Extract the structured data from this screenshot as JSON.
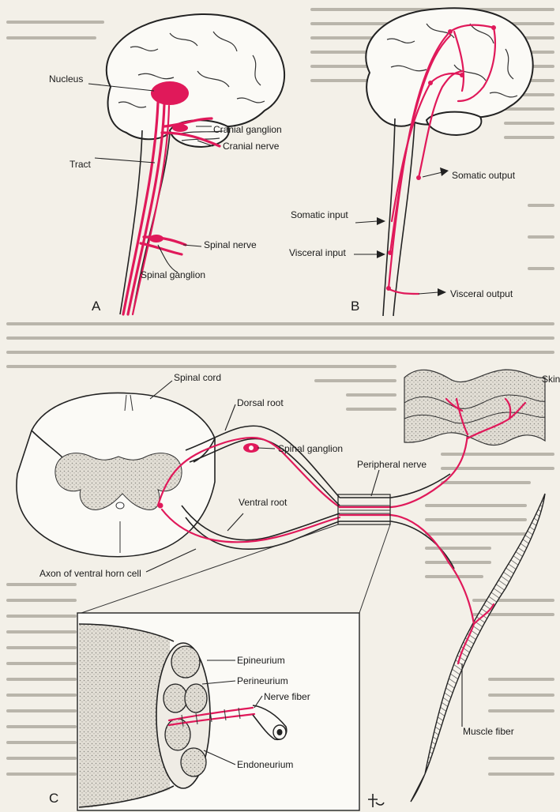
{
  "panels": {
    "a": {
      "letter": "A",
      "labels": {
        "nucleus": "Nucleus",
        "cranial_ganglion": "Cranial ganglion",
        "cranial_nerve": "Cranial nerve",
        "tract": "Tract",
        "spinal_nerve": "Spinal nerve",
        "spinal_ganglion": "Spinal ganglion"
      }
    },
    "b": {
      "letter": "B",
      "labels": {
        "somatic_output": "Somatic output",
        "somatic_input": "Somatic input",
        "visceral_input": "Visceral input",
        "visceral_output": "Visceral output"
      }
    },
    "c": {
      "letter": "C",
      "labels": {
        "spinal_cord": "Spinal cord",
        "dorsal_root": "Dorsal root",
        "spinal_ganglion": "Spinal ganglion",
        "skin": "Skin",
        "peripheral_nerve": "Peripheral nerve",
        "ventral_root": "Ventral root",
        "axon_ventral_horn": "Axon of ventral horn cell",
        "epineurium": "Epineurium",
        "perineurium": "Perineurium",
        "nerve_fiber": "Nerve fiber",
        "endoneurium": "Endoneurium",
        "muscle_fiber": "Muscle fiber"
      }
    }
  },
  "colors": {
    "nerve": "#e0195a",
    "ink": "#222222",
    "paper": "#f3f0e8",
    "stipple": "#d2cec6"
  }
}
